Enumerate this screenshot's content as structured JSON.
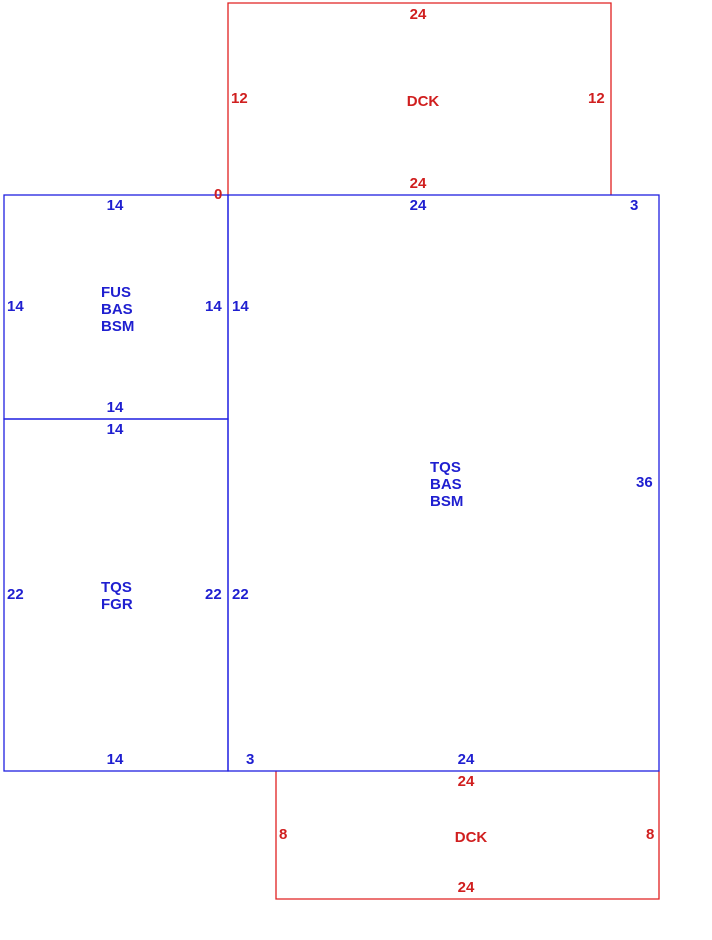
{
  "colors": {
    "living_area": "#1f1fd0",
    "deck": "#d01f1f",
    "background": "#ffffff"
  },
  "top_deck": {
    "code": "DCK",
    "top": "24",
    "left": "12",
    "right": "12",
    "bottom": "24",
    "corner": "0"
  },
  "upper_left_area": {
    "codes": [
      "FUS",
      "BAS",
      "BSM"
    ],
    "top": "14",
    "left": "14",
    "right": "14",
    "bottom": "14"
  },
  "lower_left_area": {
    "codes": [
      "TQS",
      "FGR"
    ],
    "top": "14",
    "left": "22",
    "right": "22",
    "bottom": "14"
  },
  "main_area": {
    "codes": [
      "TQS",
      "BAS",
      "BSM"
    ],
    "top": "24",
    "top_right_offset": "3",
    "left_upper": "14",
    "left_lower": "22",
    "right": "36",
    "bottom_left_offset": "3",
    "bottom": "24"
  },
  "bottom_deck": {
    "code": "DCK",
    "top": "24",
    "left": "8",
    "right": "8",
    "bottom": "24"
  }
}
